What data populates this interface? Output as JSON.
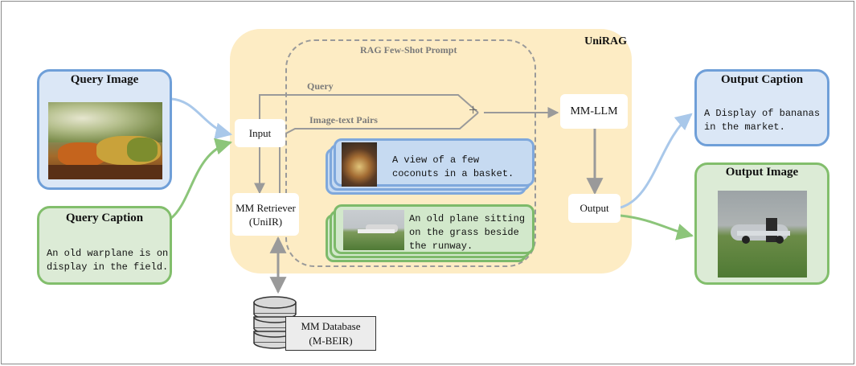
{
  "colors": {
    "unirag_bg": "#fdecc4",
    "blue_border": "#6f9fd8",
    "green_border": "#82be6c",
    "arrow_gray": "#9a9a9a",
    "arrow_blue": "#a9c8ea",
    "arrow_green": "#8cc57a"
  },
  "query_image": {
    "title": "Query Image",
    "image_desc": "fruit-stall-photo"
  },
  "query_caption": {
    "title": "Query Caption",
    "text_line1": "An old warplane is on",
    "text_line2": "display in the field."
  },
  "unirag": {
    "title": "UniRAG",
    "prompt_label": "RAG Few-Shot Prompt",
    "query_label": "Query",
    "pairs_label": "Image-text Pairs",
    "plus": "+",
    "input": "Input",
    "retriever_line1": "MM Retriever",
    "retriever_line2": "(UniIR)",
    "mm_llm": "MM-LLM",
    "output": "Output"
  },
  "examples": [
    {
      "text_line1": "A view of a few",
      "text_line2": "coconuts in a basket."
    },
    {
      "text_line1": "An old plane sitting",
      "text_line2": "on the grass beside",
      "text_line3": "the runway."
    }
  ],
  "database": {
    "line1": "MM Database",
    "line2": "(M-BEIR)"
  },
  "output_caption": {
    "title": "Output Caption",
    "text_line1": "A Display of bananas",
    "text_line2": "in the market."
  },
  "output_image": {
    "title": "Output Image",
    "image_desc": "warplane-on-grass-photo"
  }
}
